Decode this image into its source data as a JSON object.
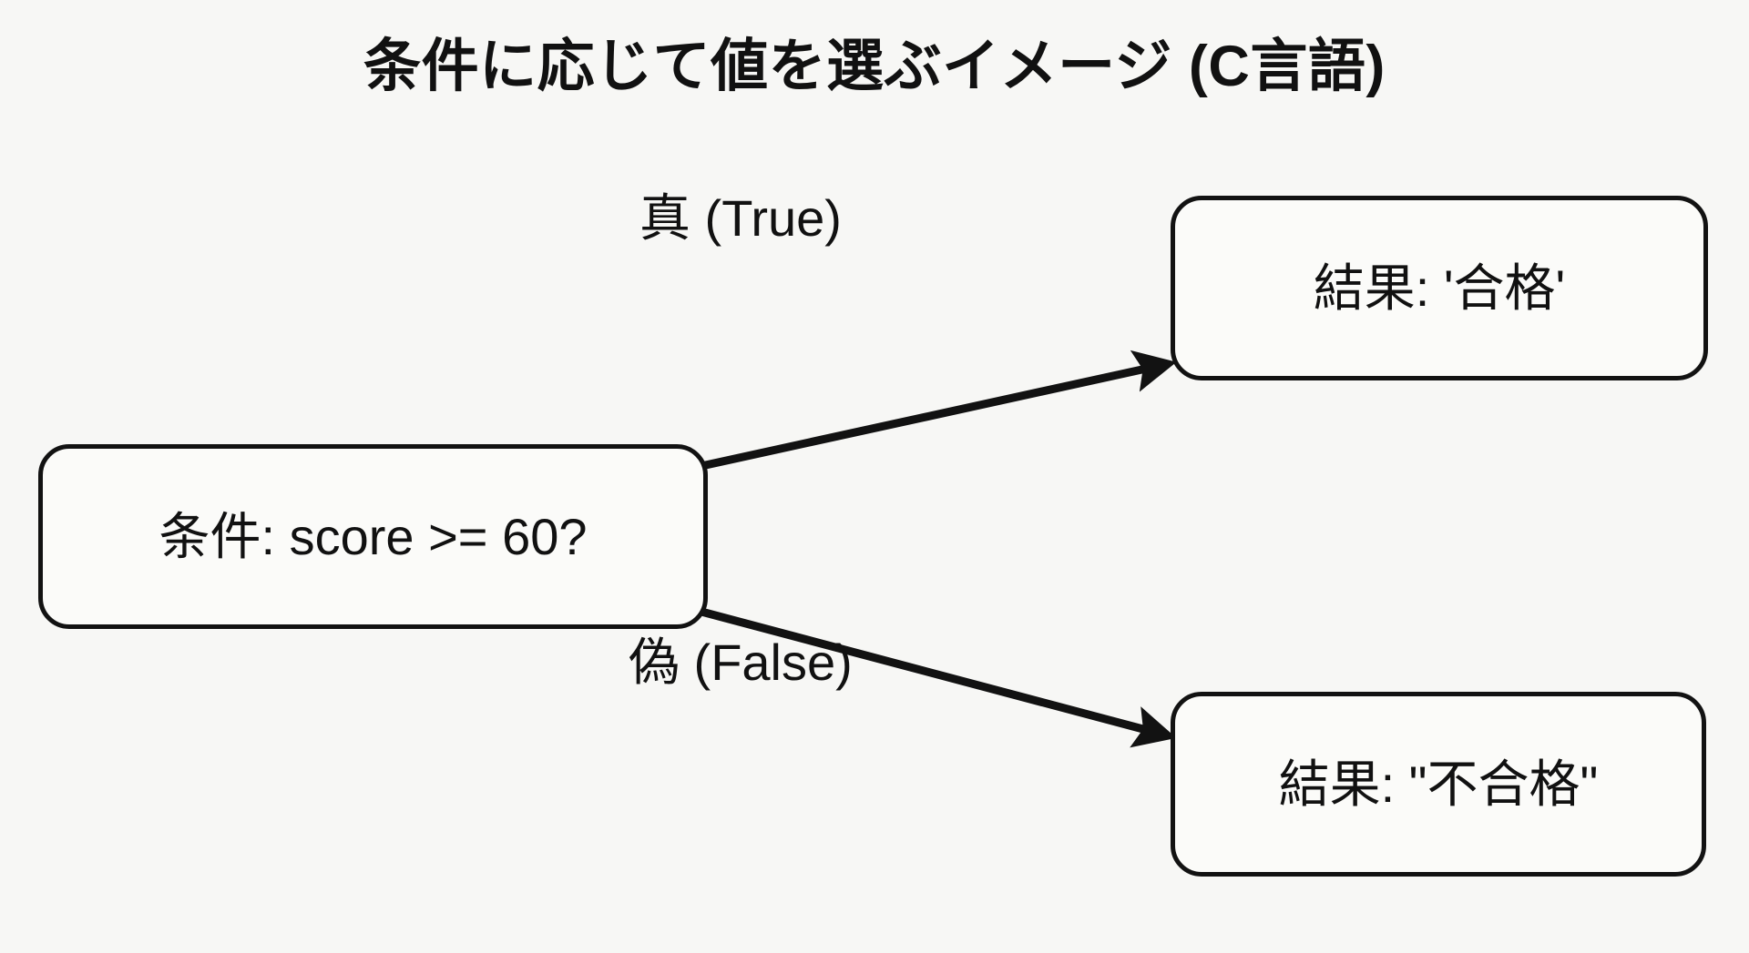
{
  "diagram": {
    "title": "条件に応じて値を選ぶイメージ (C言語)",
    "background_color": "#f7f7f5",
    "stroke_color": "#121212",
    "text_color": "#111111",
    "node_fill_color": "#fbfbf9",
    "nodes": [
      {
        "id": "condition",
        "label": "条件: score >= 60?",
        "role": "decision"
      },
      {
        "id": "result_true",
        "label": "結果: '合格'",
        "role": "outcome"
      },
      {
        "id": "result_false",
        "label": "結果: \"不合格\"",
        "role": "outcome"
      }
    ],
    "edges": [
      {
        "id": "edge_true",
        "label": "真 (True)",
        "from": "condition",
        "to": "result_true"
      },
      {
        "id": "edge_false",
        "label": "偽 (False)",
        "from": "condition",
        "to": "result_false"
      }
    ]
  }
}
